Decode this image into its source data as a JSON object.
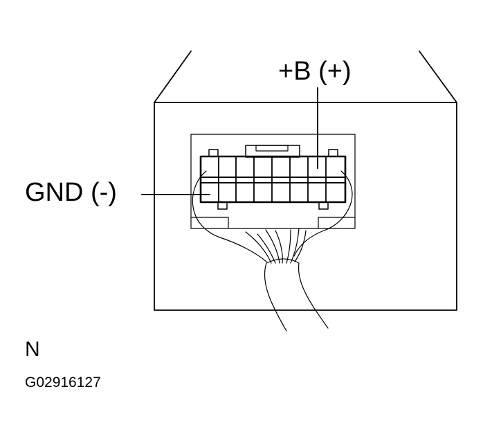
{
  "labels": {
    "positive_terminal": "+B (+)",
    "ground_terminal": "GND  (-)",
    "view_marker": "N",
    "figure_code": "G02916127"
  },
  "colors": {
    "line": "#000000",
    "background": "#ffffff"
  }
}
